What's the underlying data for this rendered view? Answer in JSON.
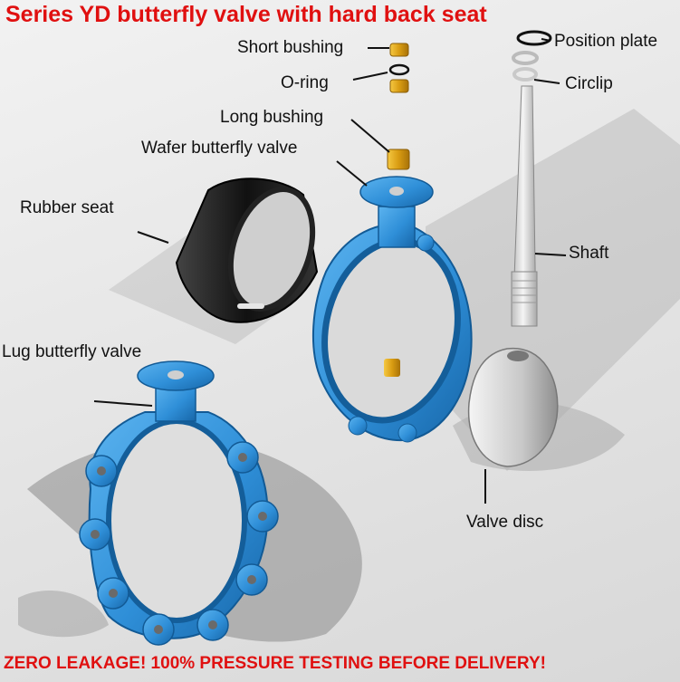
{
  "title": "Series YD butterfly valve with hard back seat",
  "footer": "ZERO LEAKAGE!  100% PRESSURE TESTING BEFORE DELIVERY!",
  "labels": {
    "short_bushing": "Short bushing",
    "o_ring": "O-ring",
    "long_bushing": "Long bushing",
    "wafer_valve": "Wafer butterfly valve",
    "rubber_seat": "Rubber seat",
    "lug_valve": "Lug butterfly valve",
    "position_plate": "Position plate",
    "circlip": "Circlip",
    "shaft": "Shaft",
    "valve_disc": "Valve disc"
  },
  "colors": {
    "title": "#e01010",
    "valve_body": "#2f8fd8",
    "seat": "#1c1c1c",
    "bushing": "#d9a21a",
    "shaft": "#dcdcdc"
  }
}
